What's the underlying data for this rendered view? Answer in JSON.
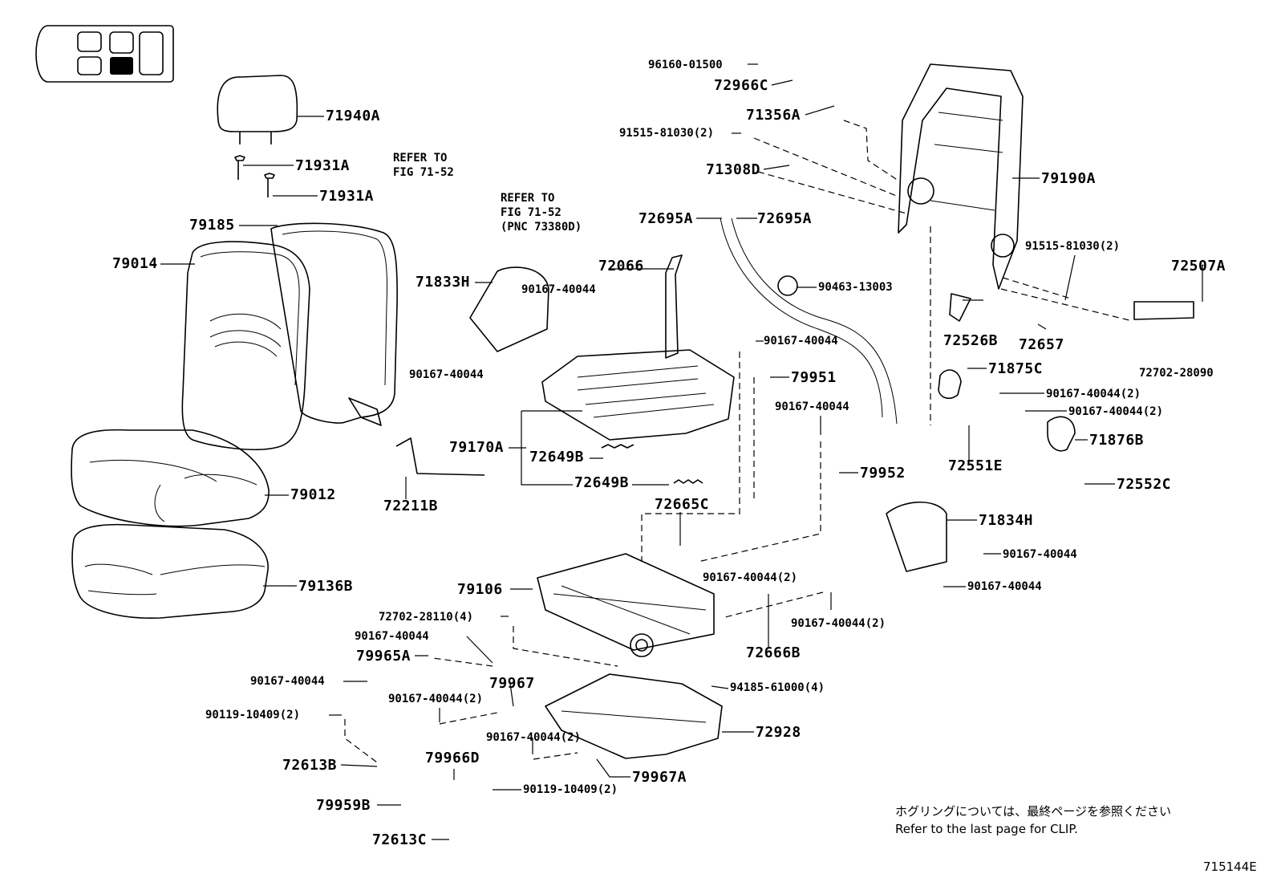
{
  "figure": {
    "id_code": "715144E",
    "note_jp": "ホグリングについては、最終ページを参照ください",
    "note_en": "Refer to the last page for CLIP."
  },
  "refs": {
    "ref1": "REFER TO\nFIG 71-52",
    "ref2": "REFER TO\nFIG 71-52\n(PNC 73380D)"
  },
  "labels": [
    {
      "key": "71940A",
      "text": "71940A"
    },
    {
      "key": "71931A_a",
      "text": "71931A"
    },
    {
      "key": "71931A_b",
      "text": "71931A"
    },
    {
      "key": "79185",
      "text": "79185"
    },
    {
      "key": "79014",
      "text": "79014"
    },
    {
      "key": "79012",
      "text": "79012"
    },
    {
      "key": "79136B",
      "text": "79136B"
    },
    {
      "key": "72211B",
      "text": "72211B"
    },
    {
      "key": "71833H",
      "text": "71833H"
    },
    {
      "key": "90167-40044_a",
      "text": "90167-40044"
    },
    {
      "key": "90167-40044_b",
      "text": "90167-40044"
    },
    {
      "key": "72066",
      "text": "72066"
    },
    {
      "key": "79170A",
      "text": "79170A"
    },
    {
      "key": "72649B_a",
      "text": "72649B"
    },
    {
      "key": "72649B_b",
      "text": "72649B"
    },
    {
      "key": "72665C",
      "text": "72665C"
    },
    {
      "key": "96160-01500",
      "text": "96160-01500"
    },
    {
      "key": "72966C",
      "text": "72966C"
    },
    {
      "key": "71356A",
      "text": "71356A"
    },
    {
      "key": "91515-81030(2)_a",
      "text": "91515-81030(2)"
    },
    {
      "key": "71308D",
      "text": "71308D"
    },
    {
      "key": "72695A_a",
      "text": "72695A"
    },
    {
      "key": "72695A_b",
      "text": "72695A"
    },
    {
      "key": "90463-13003",
      "text": "90463-13003"
    },
    {
      "key": "90167-40044_c",
      "text": "90167-40044"
    },
    {
      "key": "79951",
      "text": "79951"
    },
    {
      "key": "90167-40044_d",
      "text": "90167-40044"
    },
    {
      "key": "79952",
      "text": "79952"
    },
    {
      "key": "79190A",
      "text": "79190A"
    },
    {
      "key": "91515-81030(2)_b",
      "text": "91515-81030(2)"
    },
    {
      "key": "72507A",
      "text": "72507A"
    },
    {
      "key": "72526B",
      "text": "72526B"
    },
    {
      "key": "72657",
      "text": "72657"
    },
    {
      "key": "72702-28090",
      "text": "72702-28090"
    },
    {
      "key": "71875C",
      "text": "71875C"
    },
    {
      "key": "90167-40044(2)_a",
      "text": "90167-40044(2)"
    },
    {
      "key": "90167-40044(2)_b",
      "text": "90167-40044(2)"
    },
    {
      "key": "71876B",
      "text": "71876B"
    },
    {
      "key": "72551E",
      "text": "72551E"
    },
    {
      "key": "72552C",
      "text": "72552C"
    },
    {
      "key": "71834H",
      "text": "71834H"
    },
    {
      "key": "90167-40044_e",
      "text": "90167-40044"
    },
    {
      "key": "90167-40044_f",
      "text": "90167-40044"
    },
    {
      "key": "90167-40044(2)_c",
      "text": "90167-40044(2)"
    },
    {
      "key": "90167-40044(2)_d",
      "text": "90167-40044(2)"
    },
    {
      "key": "72666B",
      "text": "72666B"
    },
    {
      "key": "79106",
      "text": "79106"
    },
    {
      "key": "72702-28110(4)",
      "text": "72702-28110(4)"
    },
    {
      "key": "90167-40044_g",
      "text": "90167-40044"
    },
    {
      "key": "79965A",
      "text": "79965A"
    },
    {
      "key": "90167-40044_h",
      "text": "90167-40044"
    },
    {
      "key": "79967",
      "text": "79967"
    },
    {
      "key": "90167-40044(2)_e",
      "text": "90167-40044(2)"
    },
    {
      "key": "90119-10409(2)_a",
      "text": "90119-10409(2)"
    },
    {
      "key": "90167-40044(2)_f",
      "text": "90167-40044(2)"
    },
    {
      "key": "94185-61000(4)",
      "text": "94185-61000(4)"
    },
    {
      "key": "72928",
      "text": "72928"
    },
    {
      "key": "72613B",
      "text": "72613B"
    },
    {
      "key": "79966D",
      "text": "79966D"
    },
    {
      "key": "79967A",
      "text": "79967A"
    },
    {
      "key": "90119-10409(2)_b",
      "text": "90119-10409(2)"
    },
    {
      "key": "79959B",
      "text": "79959B"
    },
    {
      "key": "72613C",
      "text": "72613C"
    }
  ]
}
